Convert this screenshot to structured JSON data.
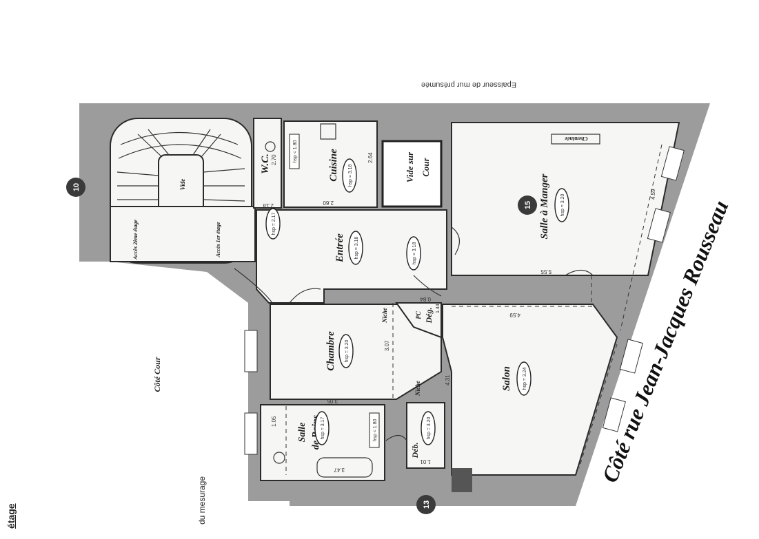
{
  "header": {
    "floor_title": "étage",
    "measure_note": "du mesurage",
    "wall_note": "Epaisseur de mur présumée"
  },
  "street": {
    "label": "Côté rue Jean-Jacques Rousseau",
    "court": "Côté Cour"
  },
  "markers": {
    "stair": "10",
    "dining": "15",
    "lower": "13"
  },
  "rooms": {
    "wc": "W.C.",
    "cuisine": "Cuisine",
    "vide_cour_1": "Vide sur",
    "vide_cour_2": "Cour",
    "salle_manger": "Salle à Manger",
    "entree": "Entrée",
    "chambre": "Chambre",
    "salon": "Salon",
    "sdb_1": "Salle",
    "sdb_2": "de Bains",
    "deg": "Dég.",
    "pc": "PC",
    "deb": "Déb.",
    "niche1": "Niche",
    "niche2": "Niche",
    "vide": "Vide",
    "acces1": "Accès 1er étage",
    "acces2": "Accès 2ème étage",
    "cheminee": "Cheminée"
  },
  "surfaces": {
    "wc": "hsp = 2.17",
    "cuisine": "hsp = 3.18",
    "salle_manger": "hsp = 3.20",
    "entree1": "hsp = 3.18",
    "entree2": "hsp = 3.18",
    "chambre": "hsp = 3.20",
    "salon": "hsp = 3.24",
    "sdb": "hsp = 3.17",
    "deb": "hsp = 3.20",
    "sdb_low": "hsp < 1.80",
    "cuisine_low": "hsp < 1.80"
  },
  "dims": {
    "d1": "2.70",
    "d2": "2.64",
    "d3": "2.60",
    "d4": "2.18",
    "d5": "4.59",
    "d6": "5.55",
    "d7": "4.59",
    "d8": "3.07",
    "d9": "3.05",
    "d10": "4.31",
    "d11": "1.05",
    "d12": "3.47",
    "d13": "1.01",
    "d14": "0.84",
    "d15": "1.44"
  }
}
